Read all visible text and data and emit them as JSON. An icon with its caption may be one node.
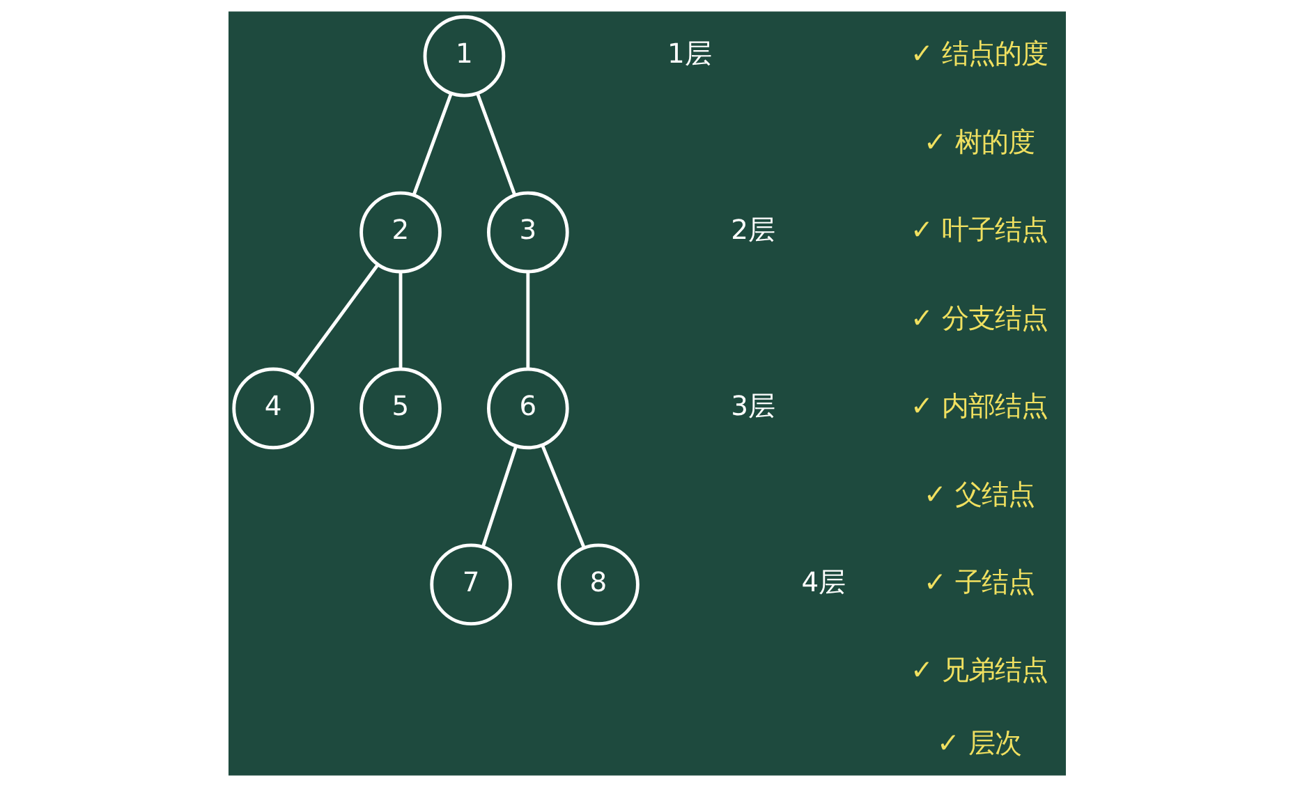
{
  "diagram": {
    "nodes": [
      {
        "text": [
          "1"
        ]
      },
      {
        "text": [
          "2"
        ]
      },
      {
        "text": [
          "3"
        ]
      },
      {
        "text": [
          "4"
        ]
      },
      {
        "text": [
          "5"
        ]
      },
      {
        "text": [
          "6"
        ]
      },
      {
        "text": [
          "7"
        ]
      },
      {
        "text": [
          "8"
        ]
      }
    ],
    "edges": [
      {
        "from": 0,
        "to": 1,
        "arrow": "none"
      },
      {
        "from": 0,
        "to": 2,
        "arrow": "none"
      },
      {
        "from": 1,
        "to": 3,
        "arrow": "none"
      },
      {
        "from": 1,
        "to": 4,
        "arrow": "none"
      },
      {
        "from": 2,
        "to": 5,
        "arrow": "none"
      },
      {
        "from": 5,
        "to": 6,
        "arrow": "none"
      },
      {
        "from": 5,
        "to": 7,
        "arrow": "none"
      }
    ],
    "labels": [
      "✓ 结点的度",
      "✓ 树的度",
      "✓ 叶子结点",
      "✓ 分支结点",
      "✓ 内部结点",
      "✓ 父结点",
      "✓ 子结点",
      "✓ 兄弟结点",
      "✓ 层次",
      "1层",
      "2层",
      "3层",
      "4层"
    ]
  }
}
